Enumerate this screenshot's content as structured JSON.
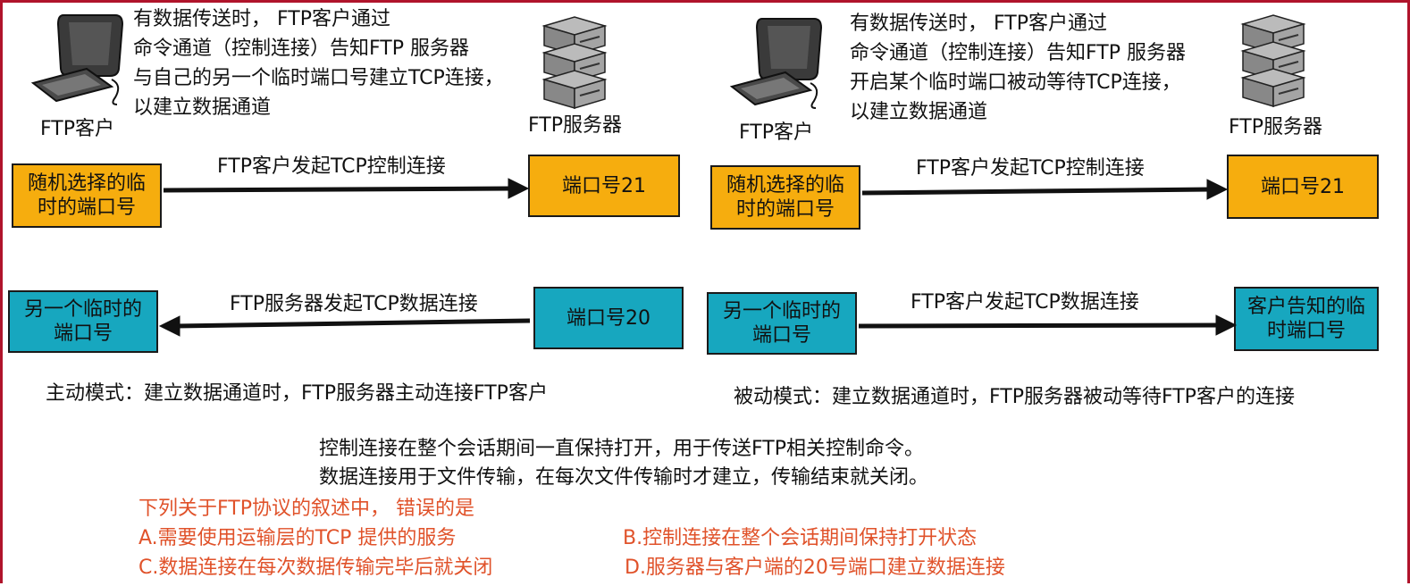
{
  "left": {
    "note": [
      "有数据传送时， FTP客户通过",
      "命令通道（控制连接）告知FTP 服务器",
      "与自己的另一个临时端口号建立TCP连接，",
      "以建立数据通道"
    ],
    "client_label": "FTP客户",
    "server_label": "FTP服务器",
    "control_arrow_label": "FTP客户发起TCP控制连接",
    "client_control_port": "随机选择的临时的端口号",
    "server_control_port": "端口号21",
    "data_arrow_label": "FTP服务器发起TCP数据连接",
    "client_data_port": "另一个临时的端口号",
    "server_data_port": "端口号20",
    "mode": "主动模式：建立数据通道时，FTP服务器主动连接FTP客户"
  },
  "right": {
    "note": [
      "有数据传送时， FTP客户通过",
      "命令通道（控制连接）告知FTP 服务器",
      "开启某个临时端口被动等待TCP连接，",
      "以建立数据通道"
    ],
    "client_label": "FTP客户",
    "server_label": "FTP服务器",
    "control_arrow_label": "FTP客户发起TCP控制连接",
    "client_control_port": "随机选择的临时的端口号",
    "server_control_port": "端口号21",
    "data_arrow_label": "FTP客户发起TCP数据连接",
    "client_data_port": "另一个临时的端口号",
    "server_data_port": "客户告知的临时端口号",
    "mode": "被动模式：建立数据通道时，FTP服务器被动等待FTP客户的连接"
  },
  "summary": [
    "控制连接在整个会话期间一直保持打开，用于传送FTP相关控制命令。",
    "数据连接用于文件传输，在每次文件传输时才建立，传输结束就关闭。"
  ],
  "question": {
    "stem": "下列关于FTP协议的叙述中， 错误的是",
    "a": "A.需要使用运输层的TCP 提供的服务",
    "b": "B.控制连接在整个会话期间保持打开状态",
    "c": "C.数据连接在每次数据传输完毕后就关闭",
    "d": "D.服务器与客户端的20号端口建立数据连接"
  },
  "colors": {
    "orange": "#f6ad0e",
    "teal": "#17a7bf",
    "question": "#e0522a",
    "frame": "#b0142b"
  },
  "icons": {
    "client": "computer-icon",
    "server": "server-stack-icon"
  }
}
